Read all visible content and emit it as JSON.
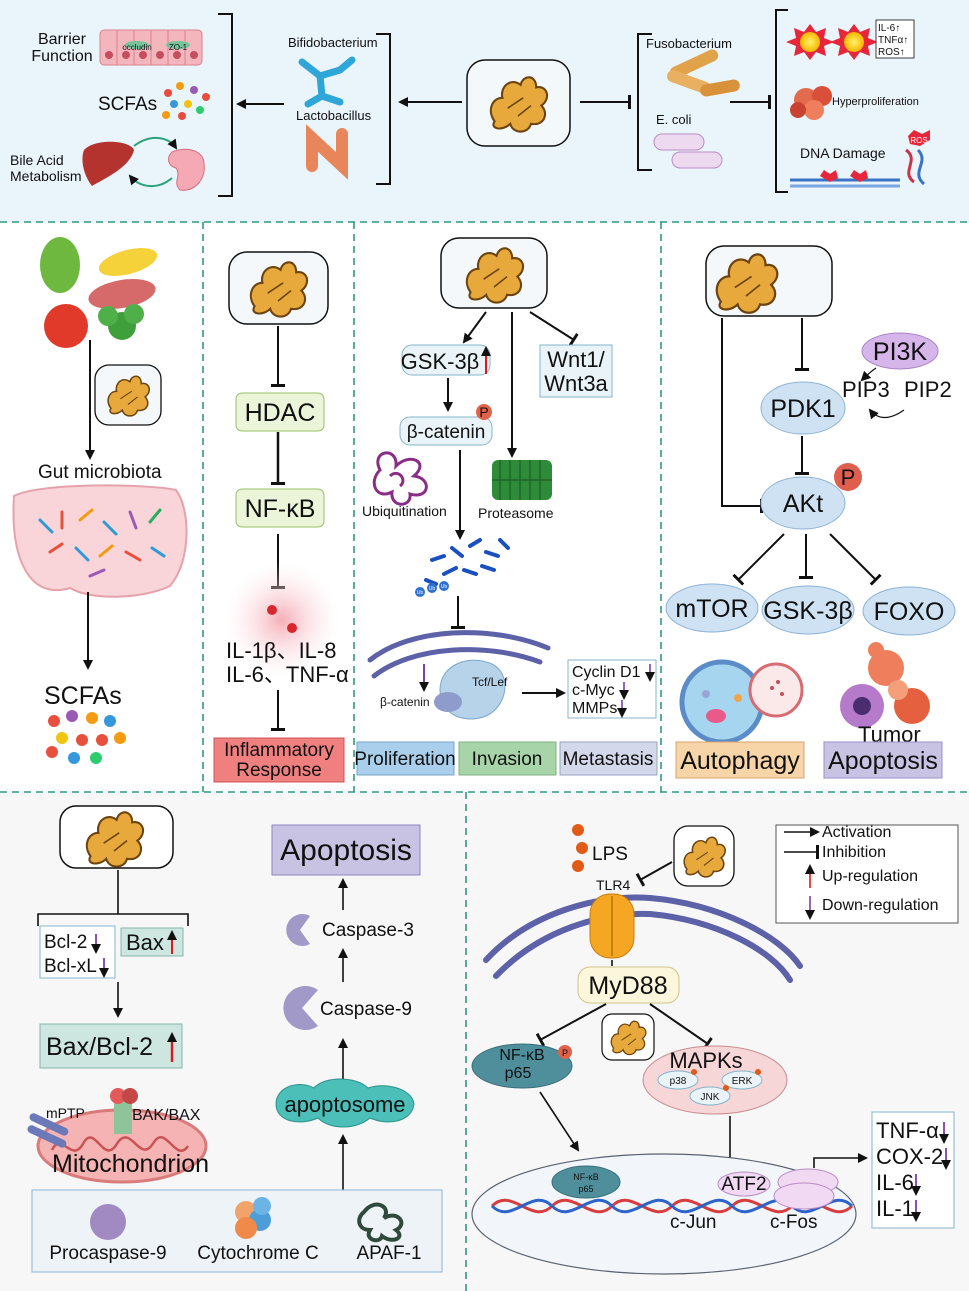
{
  "top": {
    "barrier_function": [
      "Barrier",
      "Function"
    ],
    "occludin": "occludin",
    "zo1": "ZO-1",
    "scfas": "SCFAs",
    "bile_acid": [
      "Bile Acid",
      "Metabolism"
    ],
    "bifidobacterium": "Bifidobacterium",
    "lactobacillus": "Lactobacillus",
    "fusobacterium": "Fusobacterium",
    "ecoli": "E. coli",
    "cytokines": [
      "IL-6↑",
      "TNFα↑",
      "ROS↑"
    ],
    "hyperproliferation": "Hyperproliferation",
    "dna_damage": "DNA Damage",
    "ros": "ROS"
  },
  "gut": {
    "microbiota": "Gut microbiota",
    "scfas": "SCFAs"
  },
  "hdac": {
    "hdac": "HDAC",
    "nfkb": "NF-κB",
    "cytokines": [
      "IL-1β、IL-8",
      "IL-6、TNF-α"
    ],
    "response": [
      "Inflammatory",
      "Response"
    ]
  },
  "wnt": {
    "gsk": "GSK-3β",
    "wnt": [
      "Wnt1/",
      "Wnt3a"
    ],
    "bcatenin": "β-catenin",
    "p": "P",
    "ubiquitination": "Ubiquitination",
    "proteasome": "Proteasome",
    "ub": "Ub",
    "bcatenin_small": "β-catenin",
    "tcf": "Tcf/Lef",
    "targets": [
      "Cyclin D1",
      "c-Myc",
      "MMPs"
    ],
    "proliferation": "Proliferation",
    "invasion": "Invasion",
    "metastasis": "Metastasis"
  },
  "pi3k": {
    "pi3k": "PI3K",
    "pip3": "PIP3",
    "pip2": "PIP2",
    "pdk1": "PDK1",
    "akt": "AKt",
    "p": "P",
    "mtor": "mTOR",
    "gsk": "GSK-3β",
    "foxo": "FOXO",
    "tumor": "Tumor",
    "autophagy": "Autophagy",
    "apoptosis": "Apoptosis"
  },
  "bcl": {
    "bcl2": "Bcl-2",
    "bclxl": "Bcl-xL",
    "bax": "Bax",
    "ratio": "Bax/Bcl-2",
    "mptp": "mPTP",
    "bakbax": "BAK/BAX",
    "mitochondrion": "Mitochondrion",
    "apoptosis": "Apoptosis",
    "caspase3": "Caspase-3",
    "caspase9": "Caspase-9",
    "apoptosome": "apoptosome",
    "procaspase": "Procaspase-9",
    "cytochrome": "Cytochrome C",
    "apaf": "APAF-1"
  },
  "tlr": {
    "lps": "LPS",
    "tlr4": "TLR4",
    "myd88": "MyD88",
    "nfkb": "NF-κB",
    "p65": "p65",
    "p": "P",
    "mapks": "MAPKs",
    "p38": "p38",
    "erk": "ERK",
    "jnk": "JNK",
    "atf2": "ATF2",
    "cjun": "c-Jun",
    "cfos": "c-Fos",
    "outputs": [
      "TNF-α",
      "COX-2",
      "IL-6",
      "IL-1"
    ]
  },
  "legend": {
    "activation": "Activation",
    "inhibition": "Inhibition",
    "up": "Up-regulation",
    "down": "Down-regulation"
  },
  "colors": {
    "top_band": "#e9f4fb",
    "bottom_band": "#f7f7f7",
    "divider": "#2e9a83",
    "up_arrow": "#e01818",
    "down_arrow": "#7b3fa8",
    "ginger": "#e8a93c",
    "ginger_outline": "#6b4410"
  }
}
